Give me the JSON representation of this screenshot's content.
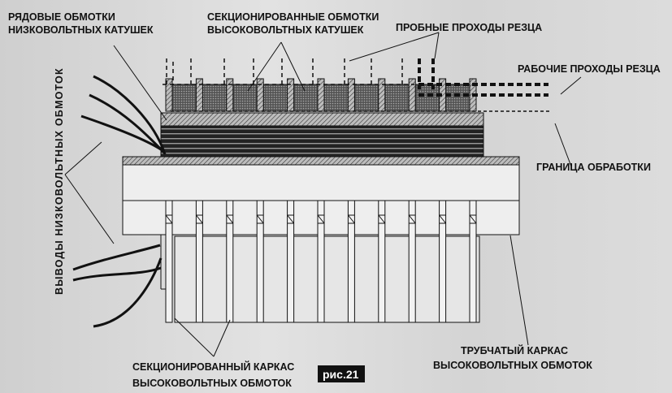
{
  "labels": {
    "lv_windings_line1": "РЯДОВЫЕ ОБМОТКИ",
    "lv_windings_line2": "НИЗКОВОЛЬТНЫХ КАТУШЕК",
    "hv_windings_line1": "СЕКЦИОНИРОВАННЫЕ ОБМОТКИ",
    "hv_windings_line2": "ВЫСОКОВОЛЬТНЫХ КАТУШЕК",
    "test_passes": "ПРОБНЫЕ ПРОХОДЫ РЕЗЦА",
    "work_passes": "РАБОЧИЕ ПРОХОДЫ РЕЗЦА",
    "machining_boundary": "ГРАНИЦА ОБРАБОТКИ",
    "lv_leads": "ВЫВОДЫ НИЗКОВОЛЬТНЫХ ОБМОТОК",
    "tubular_frame_line1": "ТРУБЧАТЫЙ КАРКАС",
    "tubular_frame_line2": "ВЫСОКОВОЛЬТНЫХ ОБМОТОК",
    "sectioned_frame_line1": "СЕКЦИОНИРОВАННЫЙ КАРКАС",
    "sectioned_frame_line2": "ВЫСОКОВОЛЬТНЫХ ОБМОТОК",
    "figure_number": "рис.21"
  },
  "fin_count": 11
}
